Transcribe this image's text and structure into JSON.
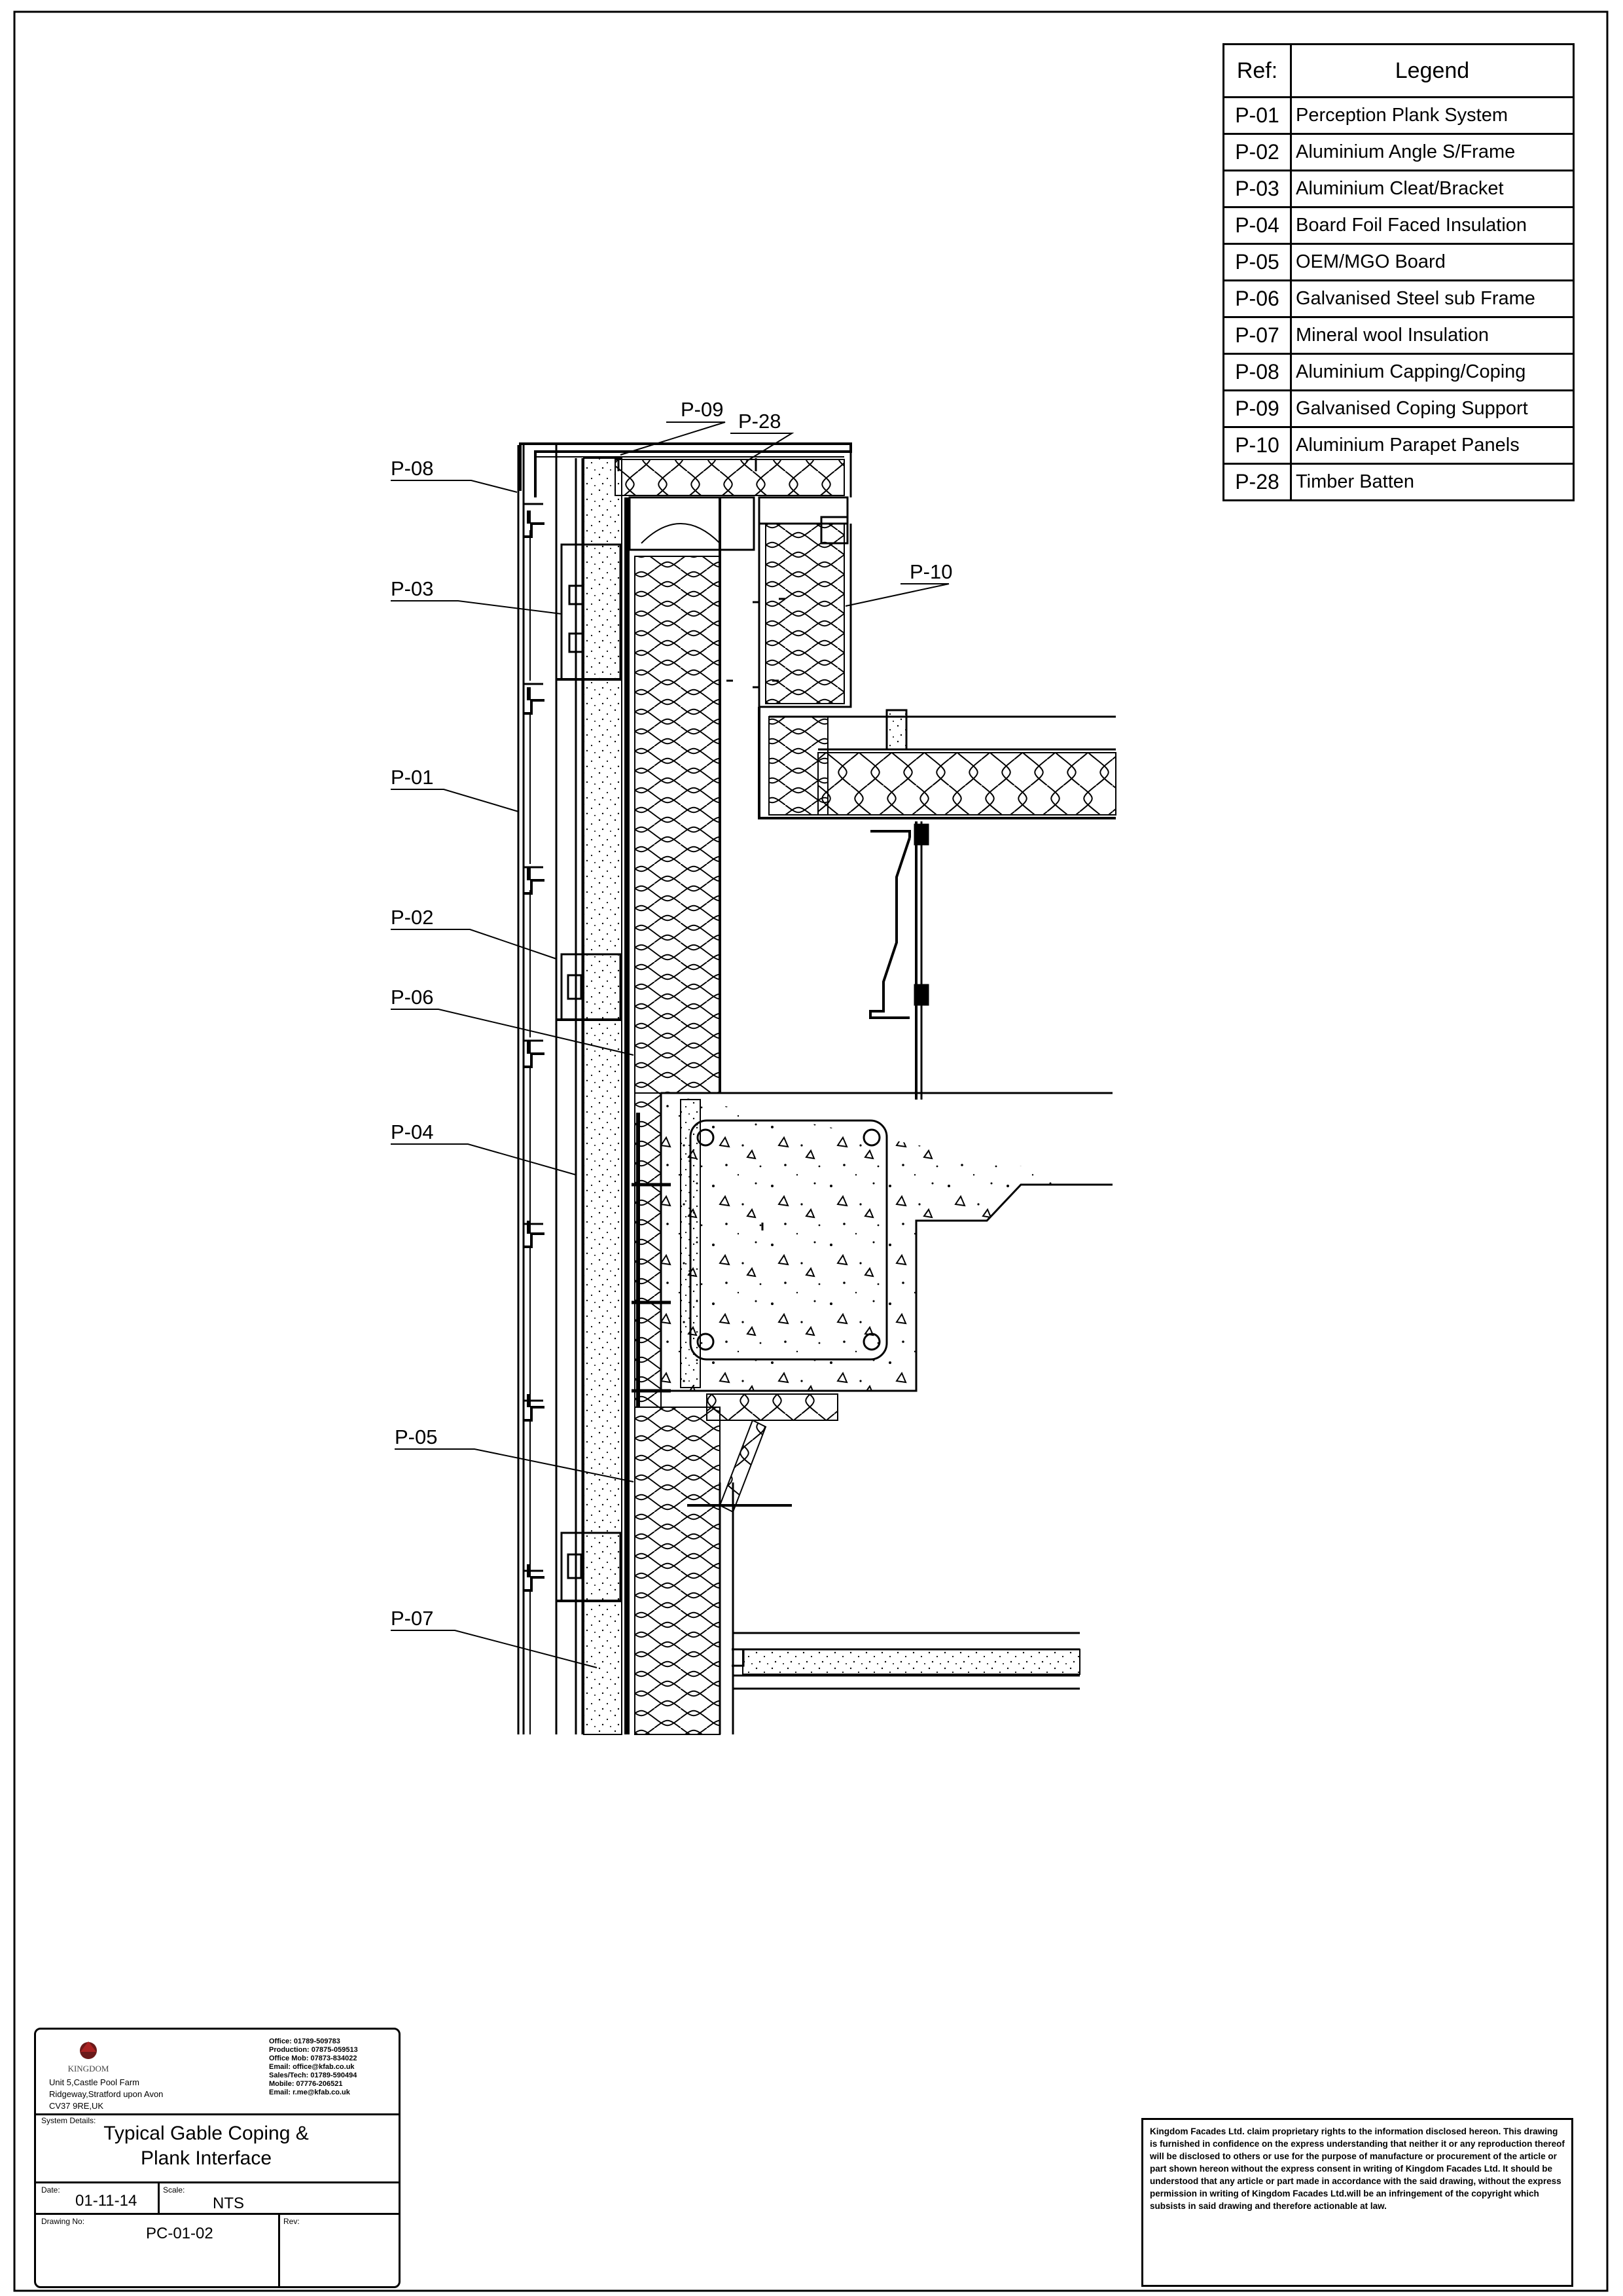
{
  "legend": {
    "ref_header": "Ref:",
    "legend_header": "Legend",
    "items": [
      {
        "ref": "P-01",
        "text": "Perception Plank System"
      },
      {
        "ref": "P-02",
        "text": "Aluminium Angle S/Frame"
      },
      {
        "ref": "P-03",
        "text": "Aluminium Cleat/Bracket"
      },
      {
        "ref": "P-04",
        "text": "Board Foil Faced Insulation"
      },
      {
        "ref": "P-05",
        "text": "OEM/MGO Board"
      },
      {
        "ref": "P-06",
        "text": "Galvanised Steel sub Frame"
      },
      {
        "ref": "P-07",
        "text": "Mineral wool Insulation"
      },
      {
        "ref": "P-08",
        "text": "Aluminium Capping/Coping"
      },
      {
        "ref": "P-09",
        "text": "Galvanised  Coping Support"
      },
      {
        "ref": "P-10",
        "text": "Aluminium Parapet Panels"
      },
      {
        "ref": "P-28",
        "text": "Timber Batten"
      }
    ]
  },
  "callouts": {
    "p08": "P-08",
    "p09": "P-09",
    "p28": "P-28",
    "p03": "P-03",
    "p10": "P-10",
    "p01": "P-01",
    "p02": "P-02",
    "p06": "P-06",
    "p04": "P-04",
    "p05": "P-05",
    "p07": "P-07"
  },
  "title_block": {
    "company_logo_text": "KINGDOM",
    "address": [
      "Unit 5,Castle Pool Farm",
      "Ridgeway,Stratford upon Avon",
      "CV37 9RE,UK"
    ],
    "contacts": [
      "Office:           01789-509783",
      "Production:     07875-059513",
      "Office Mob:     07873-834022",
      "Email: office@kfab.co.uk",
      "Sales/Tech:     01789-590494",
      "        Mobile: 07776-206521",
      "Email: r.me@kfab.co.uk"
    ],
    "system_details_label": "System Details:",
    "title_line1": "Typical Gable Coping &",
    "title_line2": "Plank Interface",
    "date_label": "Date:",
    "date_value": "01-11-14",
    "scale_label": "Scale:",
    "scale_value": "NTS",
    "drawing_no_label": "Drawing No:",
    "drawing_no_value": "PC-01-02",
    "rev_label": "Rev:"
  },
  "disclaimer": "Kingdom Facades Ltd. claim proprietary rights to the information disclosed hereon. This drawing is furnished in confidence on the express understanding that neither it or any reproduction thereof will be disclosed to others or use for the purpose of manufacture or procurement of the article or part shown hereon without the express consent in writing of Kingdom Facades Ltd.  It should be understood that any article or part made in accordance with the said drawing, without the express permission in writing of Kingdom Facades Ltd.will be an infringement of the copyright which subsists in said drawing and therefore actionable at law."
}
